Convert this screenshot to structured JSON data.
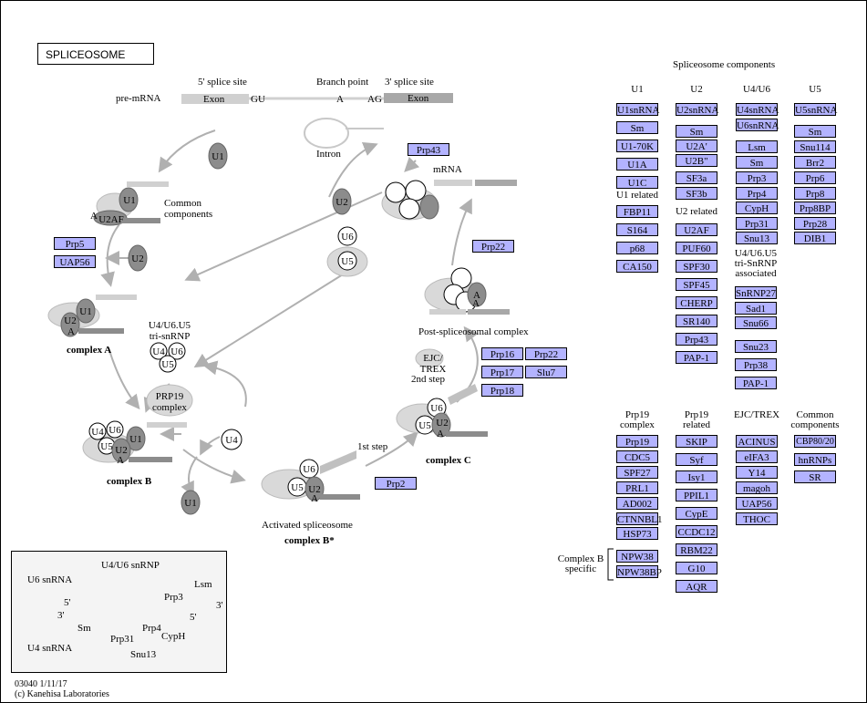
{
  "title": "SPLICEOSOME",
  "top_labels": {
    "five_prime": "5' splice site",
    "branch_point": "Branch point",
    "three_prime": "3' splice site",
    "pre_mrna": "pre-mRNA",
    "exon_left": "Exon",
    "gu": "GU",
    "a": "A",
    "ag": "AG",
    "exon_right": "Exon",
    "intron": "Intron",
    "mrna": "mRNA"
  },
  "cycle_labels": {
    "common_components": "Common\ncomponents",
    "complex_a": "complex A",
    "tri_snrnp": "U4/U6.U5\ntri-snRNP",
    "prp19_complex": "PRP19\ncomplex",
    "complex_b": "complex B",
    "activated": "Activated spliceosome",
    "complex_b_star": "complex B*",
    "first_step": "1st step",
    "complex_c": "complex C",
    "ejc_trex": "EJC/\nTREX",
    "second_step": "2nd step",
    "post": "Post-spliceosomal complex"
  },
  "diagram_nodes": {
    "prp5": "Prp5",
    "uap56": "UAP56",
    "prp43": "Prp43",
    "prp22a": "Prp22",
    "prp16": "Prp16",
    "prp22b": "Prp22",
    "prp17": "Prp17",
    "slu7": "Slu7",
    "prp18": "Prp18",
    "prp2": "Prp2"
  },
  "components": {
    "heading": "Spliceosome components",
    "u1": {
      "header": "U1",
      "items": [
        "U1snRNA",
        "Sm",
        "U1-70K",
        "U1A",
        "U1C"
      ]
    },
    "u1_related": {
      "header": "U1 related",
      "items": [
        "FBP11",
        "S164",
        "p68",
        "CA150"
      ]
    },
    "u2": {
      "header": "U2",
      "items": [
        "U2snRNA",
        "Sm",
        "U2A'",
        "U2B\"",
        "SF3a",
        "SF3b"
      ]
    },
    "u2_related": {
      "header": "U2 related",
      "items": [
        "U2AF",
        "PUF60",
        "SPF30",
        "SPF45",
        "CHERP",
        "SR140",
        "Prp43",
        "PAP-1"
      ]
    },
    "u4u6": {
      "header": "U4/U6",
      "items": [
        "U4snRNA",
        "U6snRNA",
        "Lsm",
        "Sm",
        "Prp3",
        "Prp4",
        "CypH",
        "Prp31",
        "Snu13"
      ]
    },
    "tri_assoc": {
      "header": "U4/U6.U5\ntri-SnRNP\nassociated",
      "items": [
        "SnRNP27",
        "Sad1",
        "Snu66",
        "Snu23",
        "Prp38",
        "PAP-1"
      ]
    },
    "u5": {
      "header": "U5",
      "items": [
        "U5snRNA",
        "Sm",
        "Snu114",
        "Brr2",
        "Prp6",
        "Prp8",
        "Prp8BP",
        "Prp28",
        "DIB1"
      ]
    },
    "prp19c": {
      "header": "Prp19\ncomplex",
      "items": [
        "Prp19",
        "CDC5",
        "SPF27",
        "PRL1",
        "AD002",
        "CTNNBL1",
        "HSP73"
      ]
    },
    "complex_b_specific": {
      "header": "Complex B\nspecific",
      "items": [
        "NPW38",
        "NPW38BP"
      ]
    },
    "prp19r": {
      "header": "Prp19\nrelated",
      "items": [
        "SKIP",
        "Syf",
        "Isy1",
        "PPIL1",
        "CypE",
        "CCDC12",
        "RBM22",
        "G10",
        "AQR"
      ]
    },
    "ejc": {
      "header": "EJC/TREX",
      "items": [
        "ACINUS",
        "eIFA3",
        "Y14",
        "magoh",
        "UAP56",
        "THOC"
      ]
    },
    "common": {
      "header": "Common\ncomponents",
      "items": [
        "CBP80/20",
        "hnRNPs",
        "SR"
      ]
    }
  },
  "legend": {
    "title": "U4/U6 snRNP",
    "u6snrna": "U6 snRNA",
    "u4snrna": "U4 snRNA",
    "five_a": "5'",
    "three_a": "3'",
    "three_b": "3'",
    "five_b": "5'",
    "sm": "Sm",
    "lsm": "Lsm",
    "prp3": "Prp3",
    "prp4": "Prp4",
    "prp31": "Prp31",
    "cyph": "CypH",
    "snu13": "Snu13"
  },
  "footer": {
    "id_date": "03040 1/11/17",
    "copyright": "(c) Kanehisa Laboratories"
  },
  "colors": {
    "node_fill": "#b3b3ff",
    "dark_snrnp": "#8c8c8c",
    "light_snrnp": "#d9d9d9",
    "arrow": "#b0b0b0"
  }
}
